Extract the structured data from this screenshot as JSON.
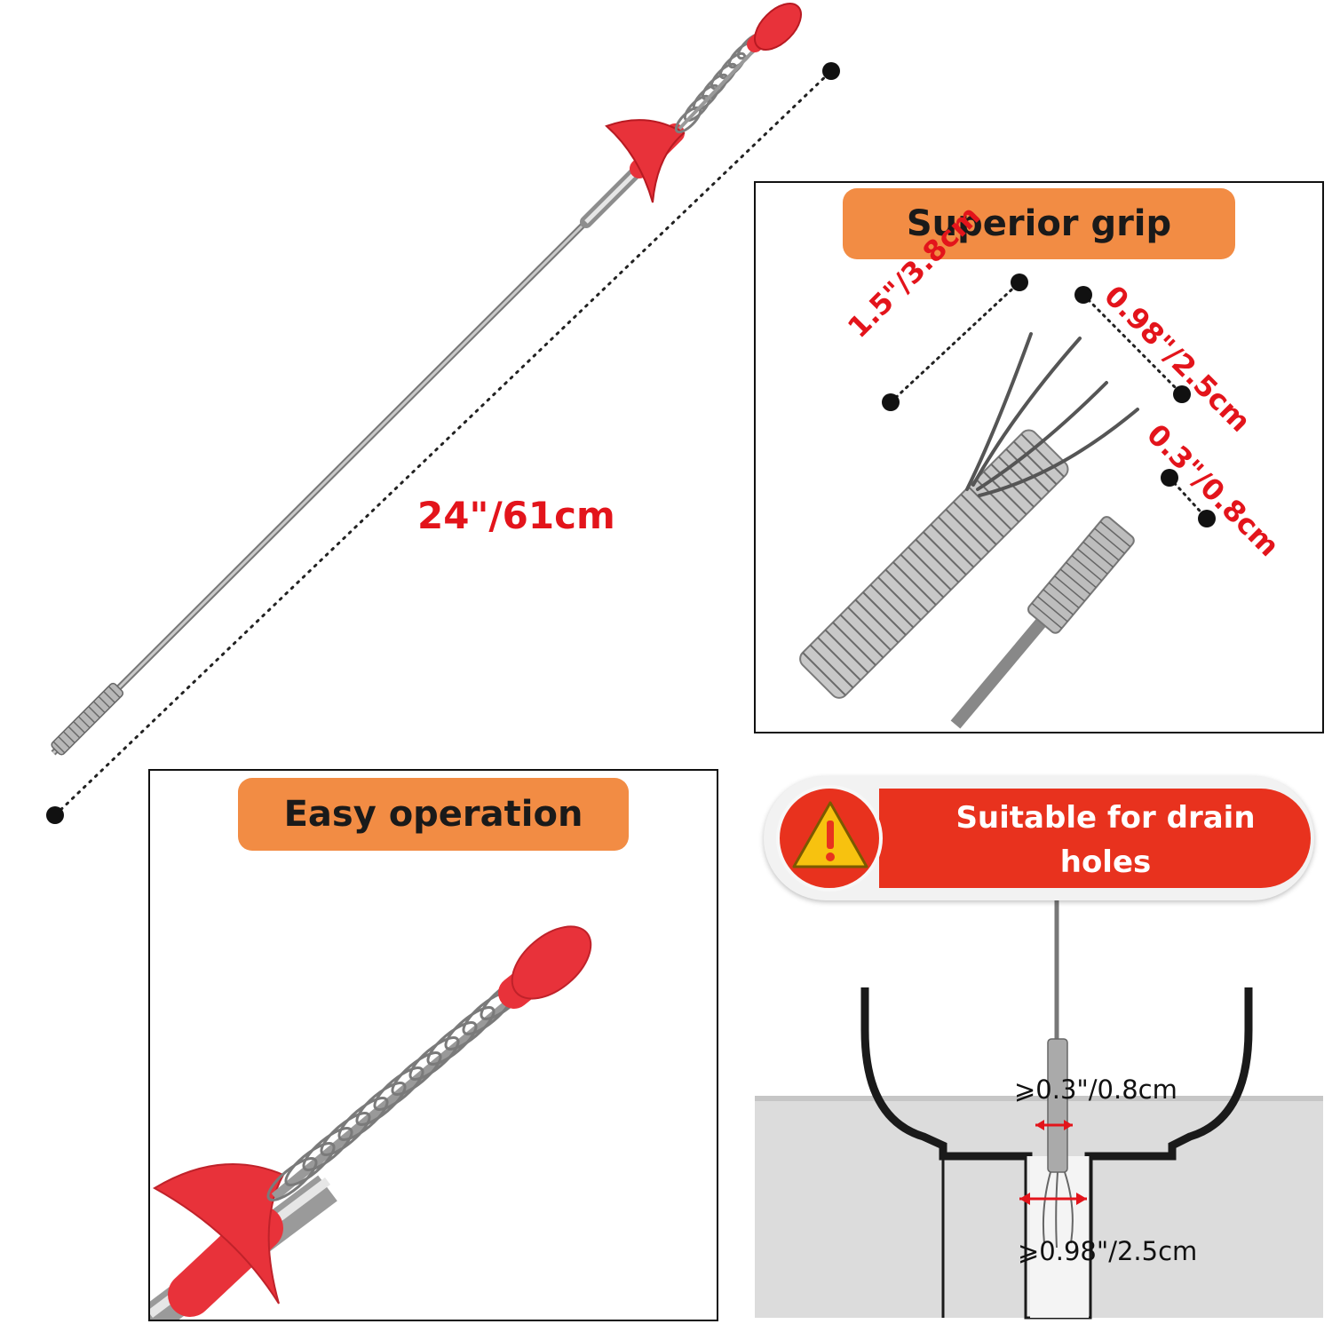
{
  "main_tool": {
    "length_label": "24\"/61cm"
  },
  "grip_panel": {
    "title": "Superior grip",
    "claw_length_label": "1.5\"/3.8cm",
    "claw_span_label": "0.98\"/2.5cm",
    "tube_diameter_label": "0.3\"/0.8cm"
  },
  "operation_panel": {
    "title": "Easy operation"
  },
  "drain_panel": {
    "banner_text": "Suitable for drain holes",
    "min_tube_label": "⩾0.3\"/0.8cm",
    "min_hole_label": "⩾0.98\"/2.5cm",
    "warning_icon": "warning-triangle-icon"
  },
  "colors": {
    "accent_red": "#e3141b",
    "pill_orange": "#f28c44",
    "handle_red": "#e8323a"
  }
}
